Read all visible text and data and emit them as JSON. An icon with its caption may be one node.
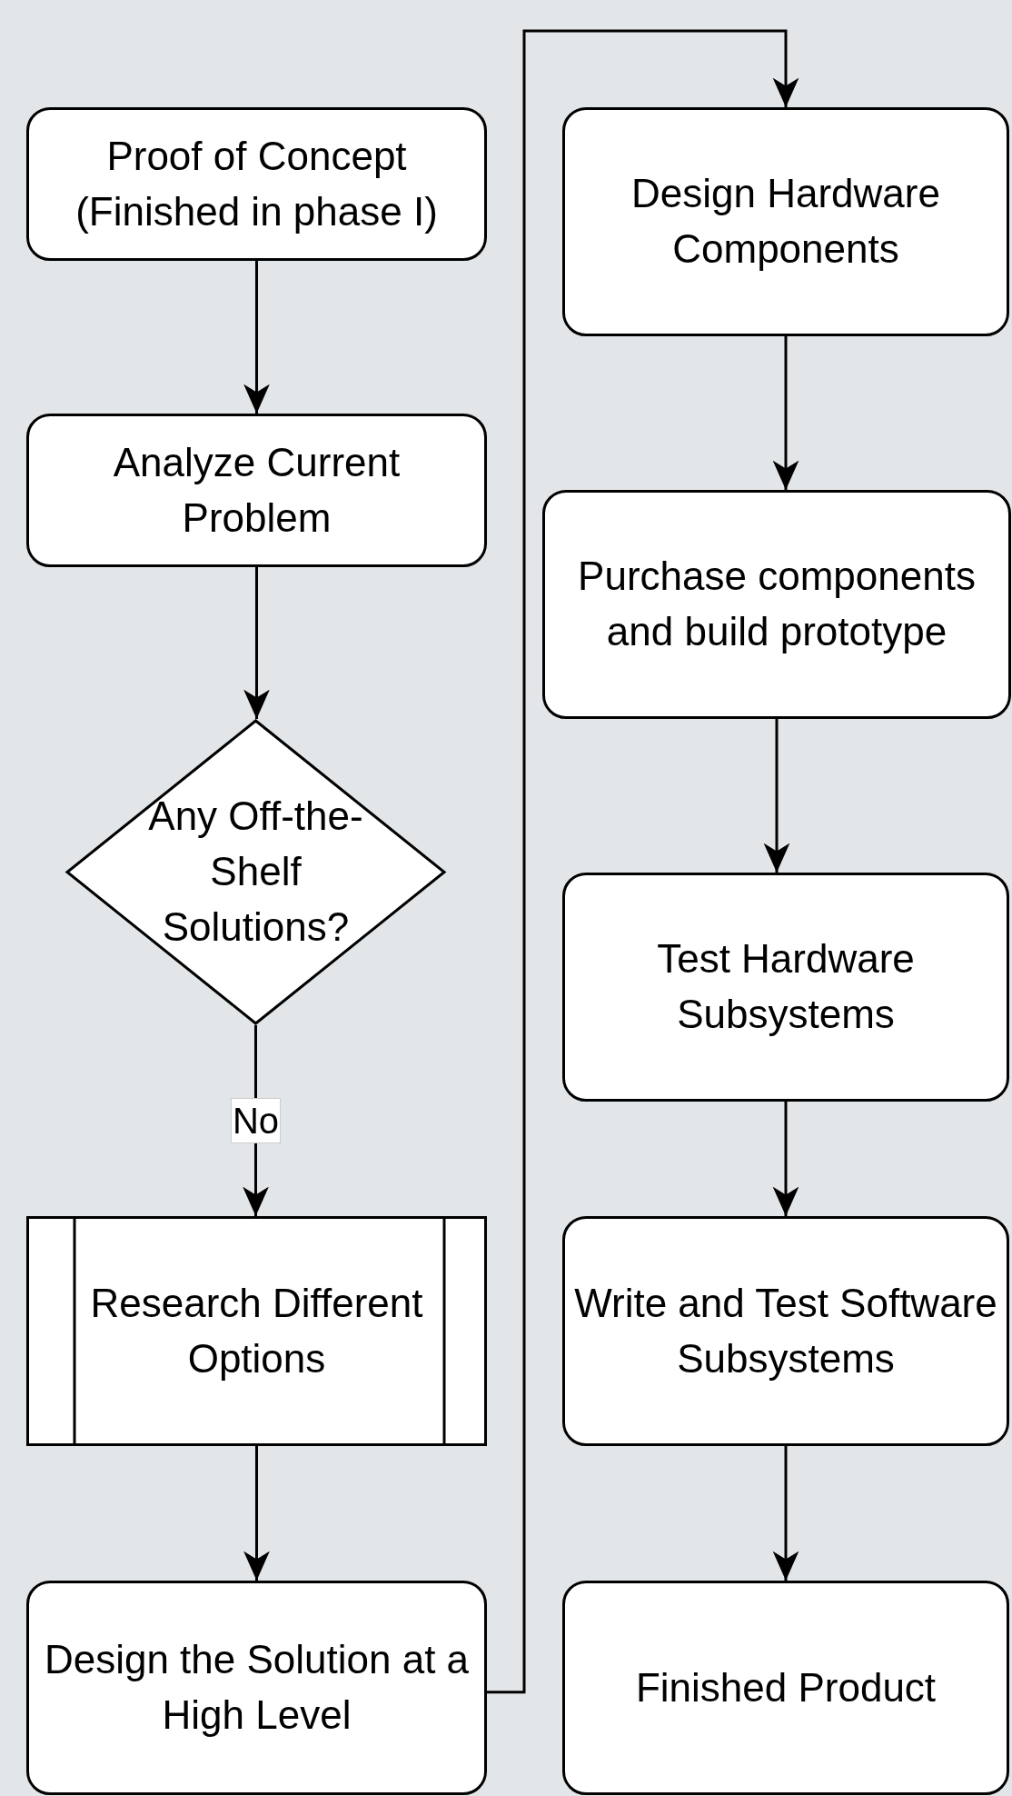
{
  "diagram": {
    "nodes": [
      {
        "text": [
          "Proof of Concept (Finished in phase I)"
        ]
      },
      {
        "text": [
          "Analyze Current Problem"
        ]
      },
      {
        "text": [
          "Any Off-the-Shelf Solutions?"
        ]
      },
      {
        "text": [
          "Research Different Options"
        ]
      },
      {
        "text": [
          "Design the Solution at a High Level"
        ]
      },
      {
        "text": [
          "Design Hardware Components"
        ]
      },
      {
        "text": [
          "Purchase components and build prototype"
        ]
      },
      {
        "text": [
          "Test Hardware Subsystems"
        ]
      },
      {
        "text": [
          "Write and Test Software Subsystems"
        ]
      },
      {
        "text": [
          "Finished Product"
        ]
      }
    ],
    "edges": [
      {
        "from": 0,
        "to": 1,
        "arrow": "to"
      },
      {
        "from": 1,
        "to": 2,
        "arrow": "to"
      },
      {
        "from": 2,
        "to": 3,
        "arrow": "to",
        "label": "No"
      },
      {
        "from": 3,
        "to": 4,
        "arrow": "to"
      },
      {
        "from": 4,
        "to": 5,
        "arrow": "to"
      },
      {
        "from": 5,
        "to": 6,
        "arrow": "to"
      },
      {
        "from": 6,
        "to": 7,
        "arrow": "to"
      },
      {
        "from": 7,
        "to": 8,
        "arrow": "to"
      },
      {
        "from": 8,
        "to": 9,
        "arrow": "to"
      }
    ]
  }
}
